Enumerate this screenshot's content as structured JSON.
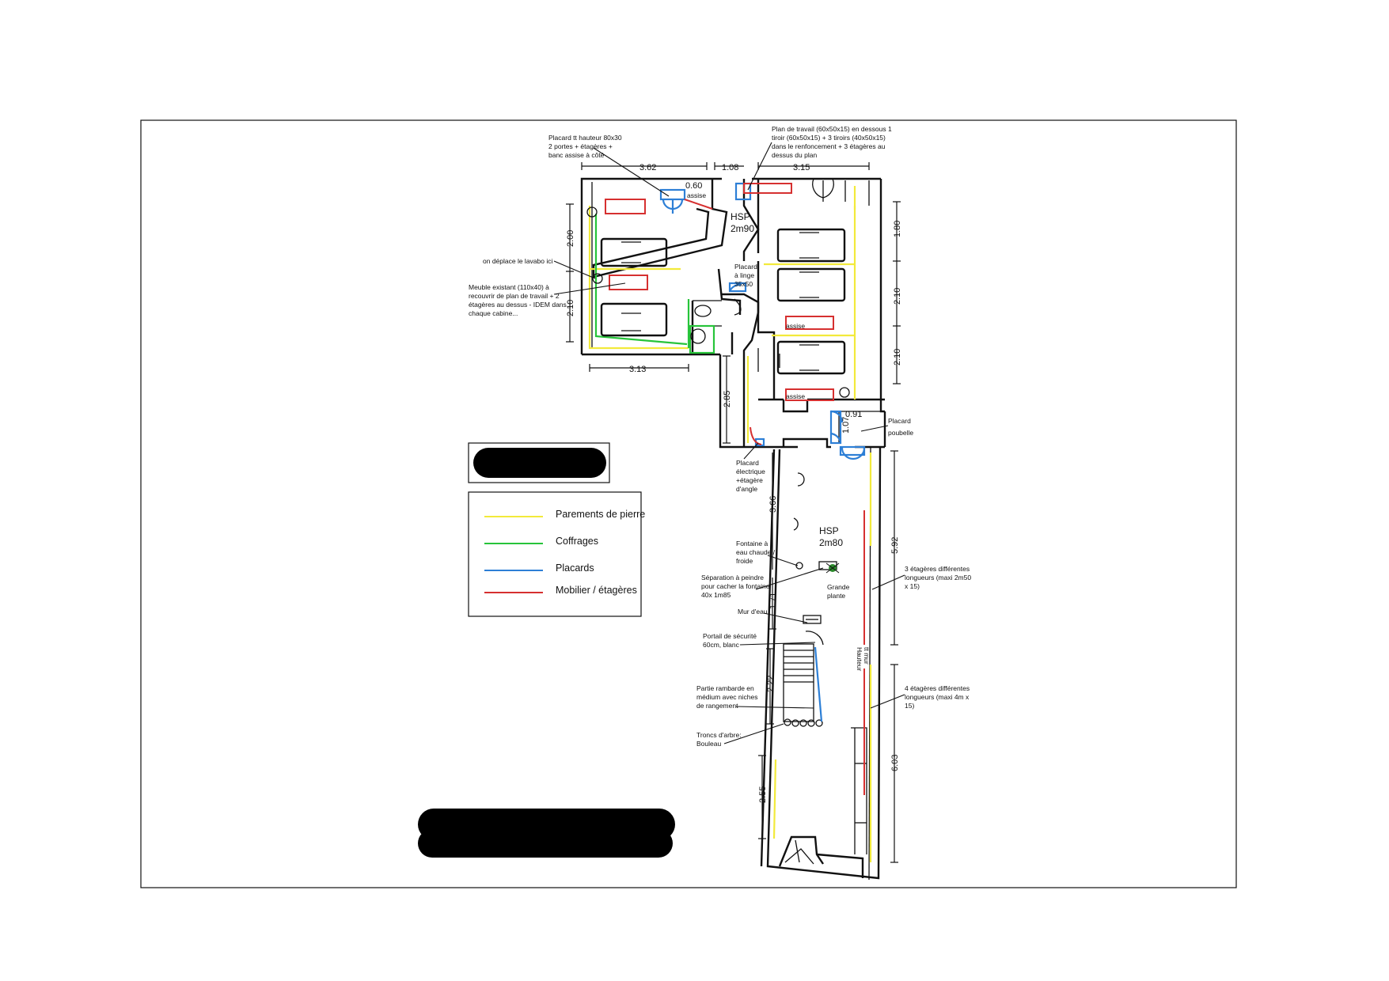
{
  "colors": {
    "stone": "#f2ea3b",
    "formwork": "#27c43a",
    "cupboards": "#2d7fd6",
    "furniture": "#d63030",
    "ink": "#111111"
  },
  "legend": {
    "items": [
      {
        "label": "Parements de pierre",
        "color": "#f2ea3b"
      },
      {
        "label": "Coffrages",
        "color": "#27c43a"
      },
      {
        "label": "Placards",
        "color": "#2d7fd6"
      },
      {
        "label": "Mobilier / étagères",
        "color": "#d63030"
      }
    ]
  },
  "dimensions": {
    "d_362": "3.62",
    "d_108": "1.08",
    "d_315": "3.15",
    "d_060": "0.60",
    "d_200": "2.00",
    "d_210_left": "2.10",
    "d_313": "3.13",
    "d_285": "2.85",
    "d_180": "1.80",
    "d_210_r1": "2.10",
    "d_210_r2": "2.10",
    "d_091": "0.91",
    "d_107": "1.07",
    "d_366": "3.66",
    "d_592": "5.92",
    "d_171": "1.71",
    "d_222": "2.22",
    "d_603": "6.03",
    "d_255": "2.55"
  },
  "rooms": {
    "hsp_top_1": "HSP",
    "hsp_top_2": "2m90",
    "hsp_bottom_1": "HSP",
    "hsp_bottom_2": "2m80",
    "assise_1": "assise",
    "assise_2": "assise",
    "assise_3": "assise"
  },
  "annotations": {
    "placard_tt": [
      "Placard tt hauteur 80x30",
      " 2 portes + étagères +",
      "banc assise à côté"
    ],
    "plan_travail": [
      "Plan de travail (60x50x15) en dessous 1",
      "tiroir (60x50x15) + 3 tiroirs (40x50x15)",
      "dans le renfoncement + 3 étagères au",
      "dessus du plan"
    ],
    "lavabo": "on déplace le lavabo ici",
    "meuble": [
      "Meuble existant (110x40)  à",
      "recouvrir de plan de travail + 2",
      "étagères au dessus - IDEM dans",
      "chaque cabine..."
    ],
    "placard_linge": [
      "Placard",
      "à linge",
      "35x50"
    ],
    "placard_poubelle": [
      "Placard",
      "poubelle"
    ],
    "placard_electrique": [
      "Placard",
      "électrique",
      "+étagère",
      "d'angle"
    ],
    "fontaine": [
      "Fontaine à",
      "eau chaude /",
      "froide"
    ],
    "separation": [
      "Séparation à peindre",
      "pour cacher la fontaine",
      "40x 1m85"
    ],
    "grande_plante": [
      "Grande",
      "plante"
    ],
    "etageres_3": [
      "3 étagères différentes",
      "longueurs (maxi 2m50",
      "x 15)"
    ],
    "mur_eau": "Mur d'eau",
    "portail": [
      "Portail de sécurité",
      "60cm, blanc"
    ],
    "hauteur": [
      "Hauteur",
      "tt mur"
    ],
    "rambarde": [
      "Partie rambarde en",
      "médium avec niches",
      "de rangement"
    ],
    "etageres_4": [
      "4 étagères différentes",
      "longueurs (maxi 4m x",
      "15)"
    ],
    "troncs": [
      "Troncs d'arbre:",
      "Bouleau"
    ]
  }
}
